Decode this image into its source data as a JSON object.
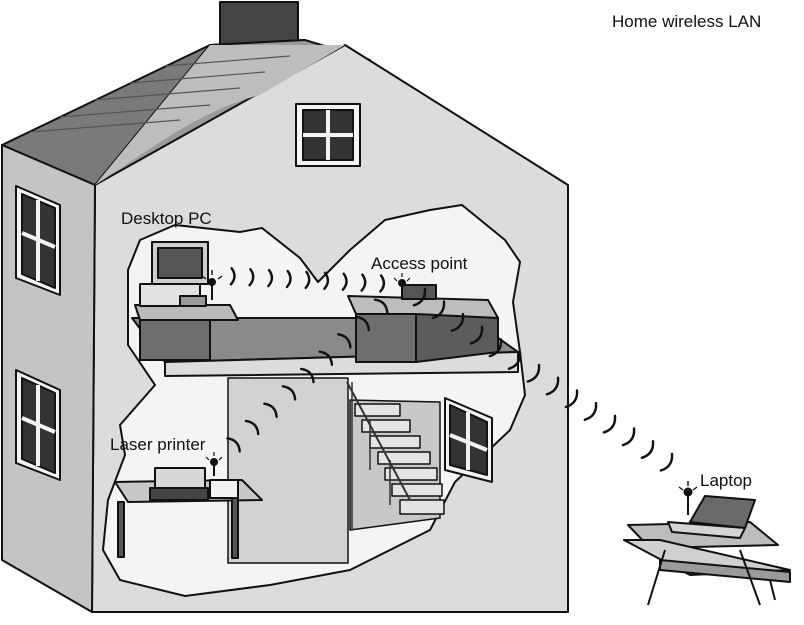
{
  "title": "Home wireless LAN",
  "labels": {
    "desktop_pc": "Desktop PC",
    "access_point": "Access point",
    "laser_printer": "Laser printer",
    "laptop": "Laptop"
  },
  "colors": {
    "wall_light": "#dcdcdc",
    "wall_side": "#c4c4c4",
    "roof_dark": "#7a7a7a",
    "roof_light": "#bdbdbd",
    "floor": "#8a8a8a",
    "furniture_dark": "#6e6e6e",
    "outline": "#111111"
  },
  "connections": [
    {
      "from": "desktop-pc",
      "to": "access-point"
    },
    {
      "from": "laser-printer",
      "to": "access-point"
    },
    {
      "from": "access-point",
      "to": "laptop"
    }
  ]
}
